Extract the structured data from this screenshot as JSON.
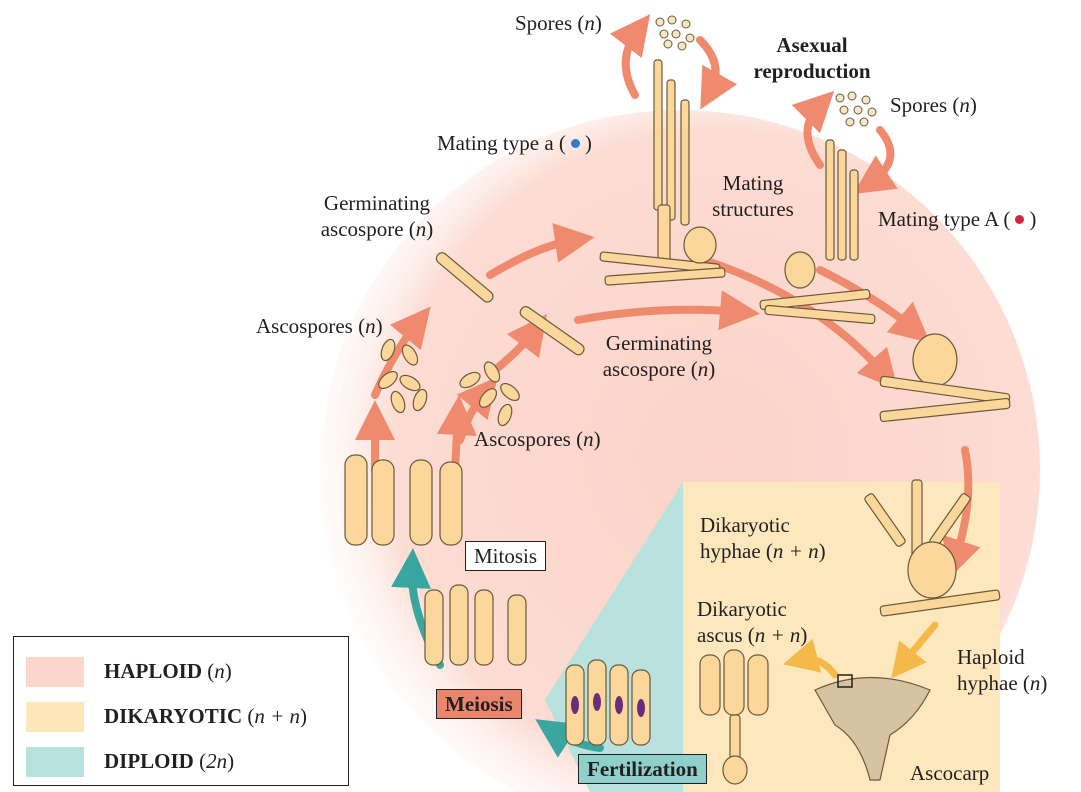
{
  "colors": {
    "haploid": "#fbd6cd",
    "dikaryotic": "#fde6b8",
    "diploid": "#b7e1de",
    "arrow_haploid": "#ef8a6f",
    "arrow_diploid": "#3aa6a0",
    "arrow_dikaryotic": "#f5b94a",
    "cell_fill": "#fbd79b",
    "nucleus_a": "#2b80c5",
    "nucleus_A": "#d2243f"
  },
  "labels": {
    "spores_top": "Spores",
    "spores_right": "Spores",
    "n": "n",
    "asexual_line1": "Asexual",
    "asexual_line2": "reproduction",
    "mating_type_a": "Mating type a (",
    "mating_type_A": "Mating type A (",
    "close_paren": ")",
    "mating_structures_line1": "Mating",
    "mating_structures_line2": "structures",
    "germinating_left_line1": "Germinating",
    "germinating_left_line2": "ascospore",
    "germinating_mid_line1": "Germinating",
    "germinating_mid_line2": "ascospore",
    "ascospores_left": "Ascospores",
    "ascospores_mid": "Ascospores",
    "dikaryotic_hyphae_line1": "Dikaryotic",
    "dikaryotic_hyphae_line2": "hyphae",
    "dikaryotic_ascus_line1": "Dikaryotic",
    "dikaryotic_ascus_line2": "ascus",
    "n_plus_n": "n + n",
    "haploid_hyphae_line1": "Haploid",
    "haploid_hyphae_line2": "hyphae",
    "ascocarp": "Ascocarp",
    "mitosis": "Mitosis",
    "meiosis": "Meiosis",
    "fertilization": "Fertilization"
  },
  "legend": [
    {
      "name": "HAPLOID",
      "ploidy": "n",
      "color_key": "haploid"
    },
    {
      "name": "DIKARYOTIC",
      "ploidy": "n + n",
      "color_key": "dikaryotic"
    },
    {
      "name": "DIPLOID",
      "ploidy": "2n",
      "color_key": "diploid"
    }
  ]
}
